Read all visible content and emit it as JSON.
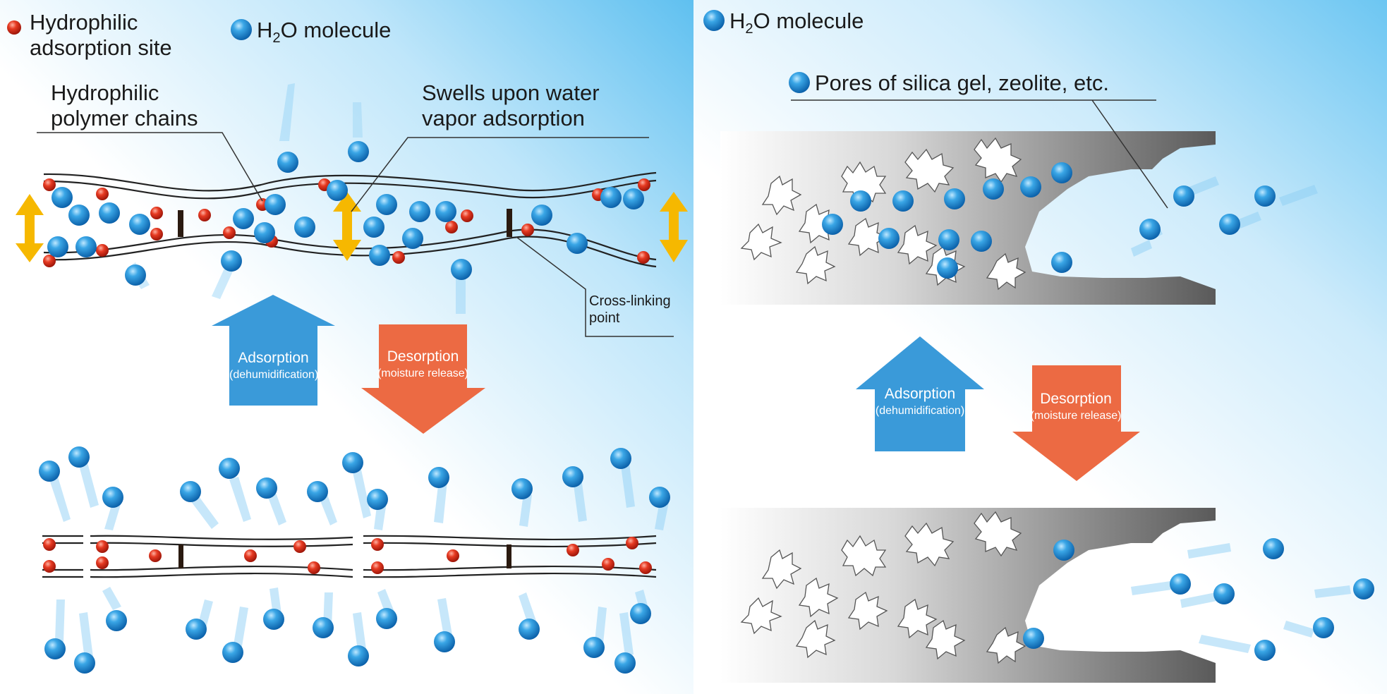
{
  "left": {
    "legend": {
      "hydrophilic_site_line1": "Hydrophilic",
      "hydrophilic_site_line2": "adsorption site",
      "h2o_prefix": "H",
      "h2o_sub": "2",
      "h2o_suffix": "O molecule"
    },
    "label_polymer_line1": "Hydrophilic",
    "label_polymer_line2": "polymer chains",
    "label_swells_line1": "Swells upon water",
    "label_swells_line2": "vapor adsorption",
    "label_crosslink_line1": "Cross-linking",
    "label_crosslink_line2": "point",
    "adsorption_arrow": {
      "label": "Adsorption",
      "sublabel": "(dehumidification)",
      "color": "#3a9ad9"
    },
    "desorption_arrow": {
      "label": "Desorption",
      "sublabel": "(moisture release)",
      "color": "#ec6a43"
    }
  },
  "right": {
    "legend": {
      "h2o_prefix": "H",
      "h2o_sub": "2",
      "h2o_suffix": "O molecule"
    },
    "label_pores": "Pores of silica gel, zeolite, etc.",
    "adsorption_arrow": {
      "label": "Adsorption",
      "sublabel": "(dehumidification)",
      "color": "#3a9ad9"
    },
    "desorption_arrow": {
      "label": "Desorption",
      "sublabel": "(moisture release)",
      "color": "#ec6a43"
    }
  },
  "colors": {
    "water_molecule": "#1f8fd6",
    "adsorption_site": "#e03020",
    "double_arrow": "#f6b800",
    "cross_link": "#2a1a10"
  },
  "icons": [
    "water-molecule-icon",
    "adsorption-site-icon",
    "double-arrow-icon",
    "cross-link-icon"
  ]
}
